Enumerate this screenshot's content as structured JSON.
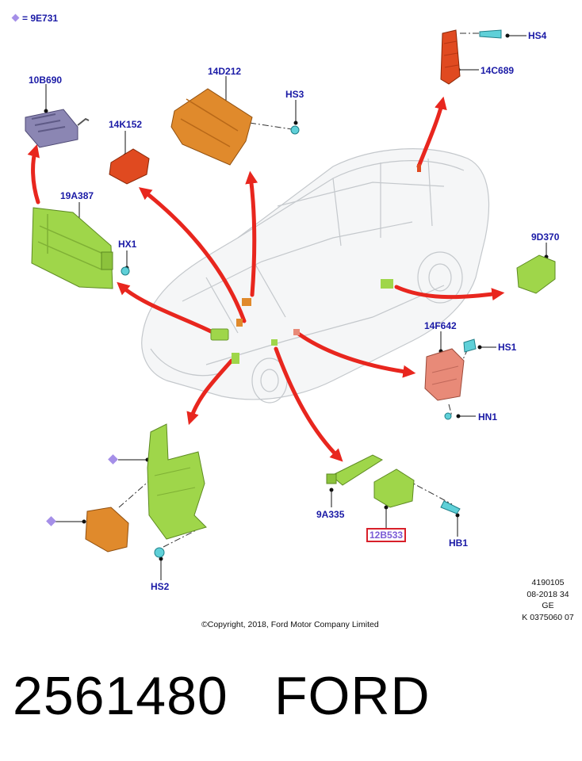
{
  "legend": {
    "symbol": "diamond",
    "text": "= 9E731",
    "color": "#a58fe8"
  },
  "callouts": {
    "p10B690": "10B690",
    "p14D212": "14D212",
    "pHS3": "HS3",
    "pHS4": "HS4",
    "p14C689": "14C689",
    "p14K152": "14K152",
    "p19A387": "19A387",
    "pHX1": "HX1",
    "p9D370": "9D370",
    "p14F642": "14F642",
    "pHS1": "HS1",
    "pHN1": "HN1",
    "p9A335": "9A335",
    "p12B533": "12B533",
    "pHB1": "HB1",
    "pHS2": "HS2"
  },
  "highlighted_part": "12B533",
  "colors": {
    "arrow": "#e8261e",
    "callout_text": "#1a1aa6",
    "highlight_box": "#d8202a",
    "module_green": "#9fd64a",
    "module_orange": "#e08a2c",
    "module_red": "#e04a20",
    "module_purple": "#7f7aa8",
    "module_pink": "#e88a78",
    "fastener_cyan": "#5fd0d8",
    "diamond_marker": "#a58fe8"
  },
  "meta": {
    "line1": "4190105",
    "line2": "08-2018 34",
    "line3": "GE",
    "line4": "K 0375060 07"
  },
  "copyright": "©Copyright, 2018, Ford Motor Company Limited",
  "footer": {
    "number": "2561480",
    "brand": "FORD"
  }
}
